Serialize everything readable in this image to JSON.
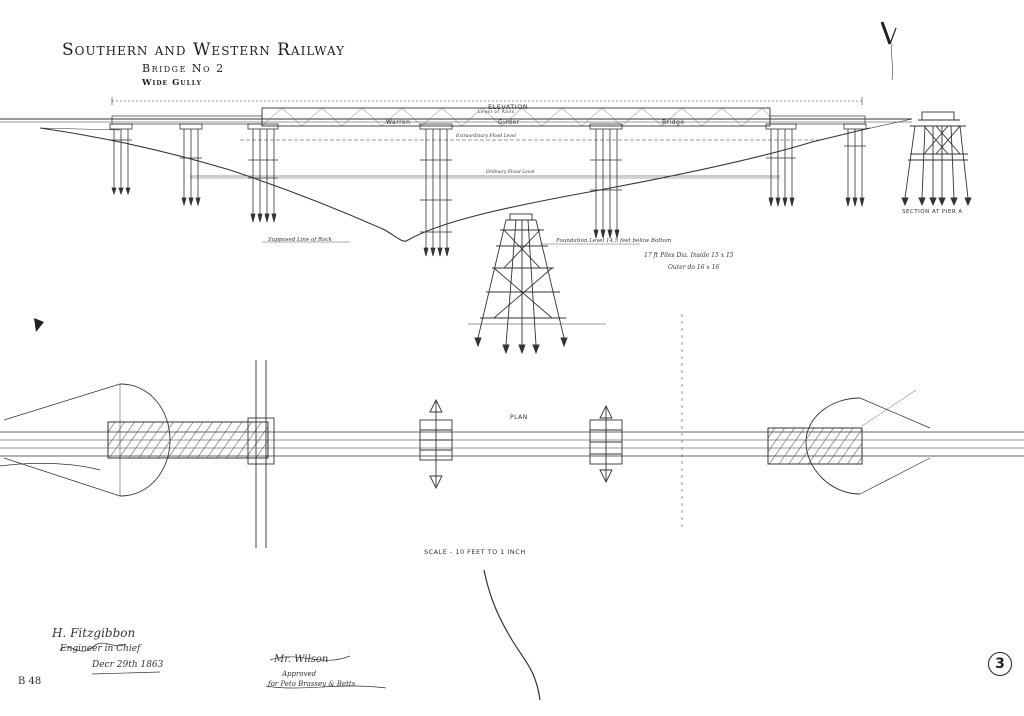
{
  "title": {
    "railway": "Southern and Western Railway",
    "bridge": "Bridge No 2",
    "location": "Wide Gully"
  },
  "labels": {
    "elevation": "ELEVATION",
    "level_of_rails": "Level of Rails",
    "warren": "Warren",
    "girder": "Girder",
    "bridge": "Bridge",
    "extraordinary_flood": "Extraordinary Flood Level",
    "ordinary_flood": "Ordinary Flood Level",
    "rock": "Supposed Line of Rock",
    "foundation": "Foundation Level 14.5 feet below Bottom",
    "piles_inside": "17 ft Piles Dia. Inside 15 x 15",
    "piles_outer": "Outer do 16 x 16",
    "section_pier": "SECTION AT PIER A",
    "plan": "PLAN",
    "scale": "SCALE - 10 FEET TO 1 INCH"
  },
  "signatures": {
    "engineer_name": "H. Fitzgibbon",
    "engineer_title": "Engineer in Chief",
    "date": "Decr 29th 1863",
    "second_name": "Mr. Wilson",
    "second_line1": "Approved",
    "second_line2": "for Peto Brassey & Betts"
  },
  "sheet_number": "3",
  "archive_stamp": "B 48"
}
